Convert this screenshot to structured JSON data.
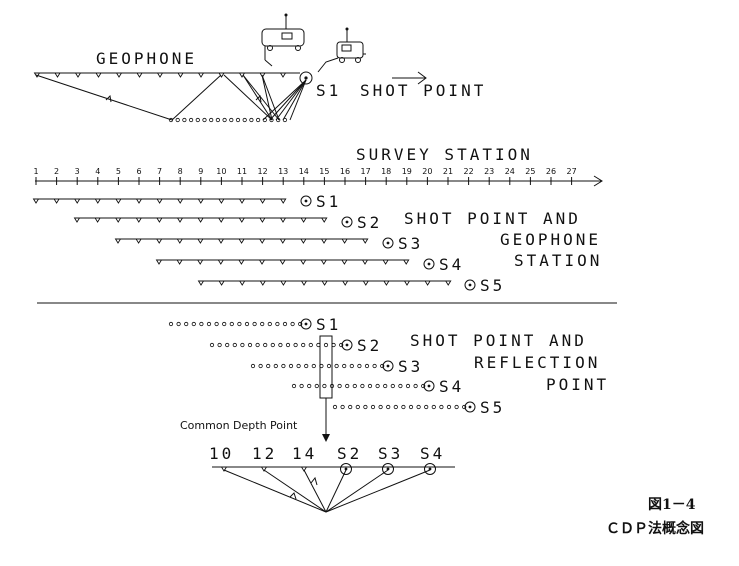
{
  "top": {
    "geophone_label": "GEOPHONE",
    "shot_label": "S1",
    "shot_point_label": "SHOT POINT"
  },
  "survey": {
    "title": "SURVEY STATION",
    "stations": [
      "1",
      "2",
      "3",
      "4",
      "5",
      "6",
      "7",
      "8",
      "9",
      "10",
      "11",
      "12",
      "13",
      "14",
      "15",
      "16",
      "17",
      "18",
      "19",
      "20",
      "21",
      "22",
      "23",
      "24",
      "25",
      "26",
      "27"
    ]
  },
  "spreads": {
    "shots": [
      "S1",
      "S2",
      "S3",
      "S4",
      "S5"
    ],
    "label_lines": [
      "SHOT POINT AND",
      "GEOPHONE",
      "STATION"
    ]
  },
  "reflection": {
    "shots": [
      "S1",
      "S2",
      "S3",
      "S4",
      "S5"
    ],
    "label_lines": [
      "SHOT POINT AND",
      "REFLECTION",
      "POINT"
    ],
    "cdp_label": "Common Depth Point"
  },
  "gather": {
    "labels": [
      "10",
      "12",
      "14",
      "S2",
      "S3",
      "S4"
    ]
  },
  "caption": {
    "figure_no": "図1－4",
    "title": "ＣＤＰ法概念図"
  }
}
